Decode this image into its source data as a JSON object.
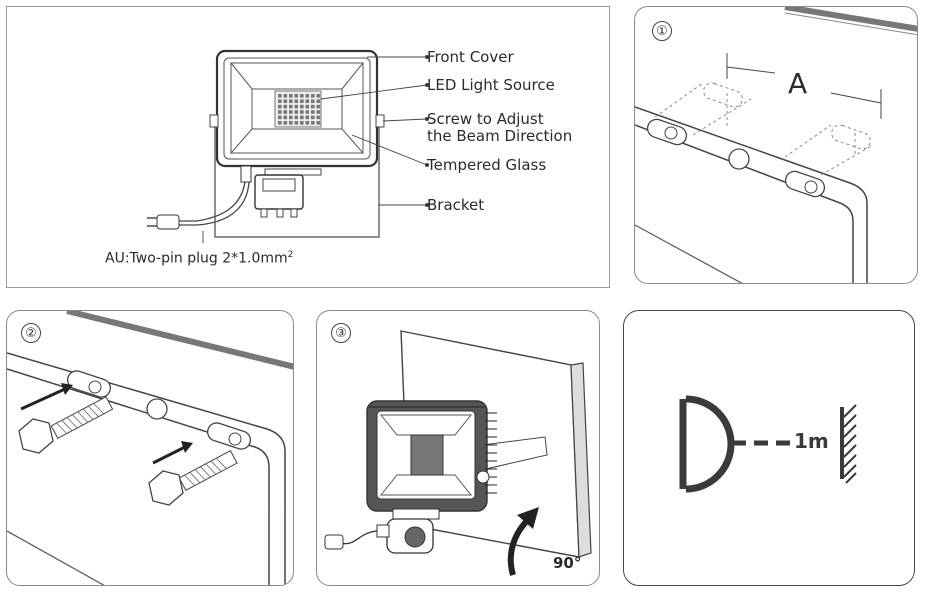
{
  "callouts": {
    "front_cover": "Front Cover",
    "led_light_source": "LED Light Source",
    "screw_line1": "Screw to Adjust",
    "screw_line2": "the Beam Direction",
    "tempered_glass": "Tempered Glass",
    "bracket": "Bracket"
  },
  "plug_label": "AU:Two-pin plug 2*1.0mm",
  "plug_superscript": "2",
  "steps": {
    "step1": "①",
    "step2": "②",
    "step3": "③"
  },
  "dimension_label": "A",
  "rotation_label": "90°",
  "distance_label": "1m"
}
